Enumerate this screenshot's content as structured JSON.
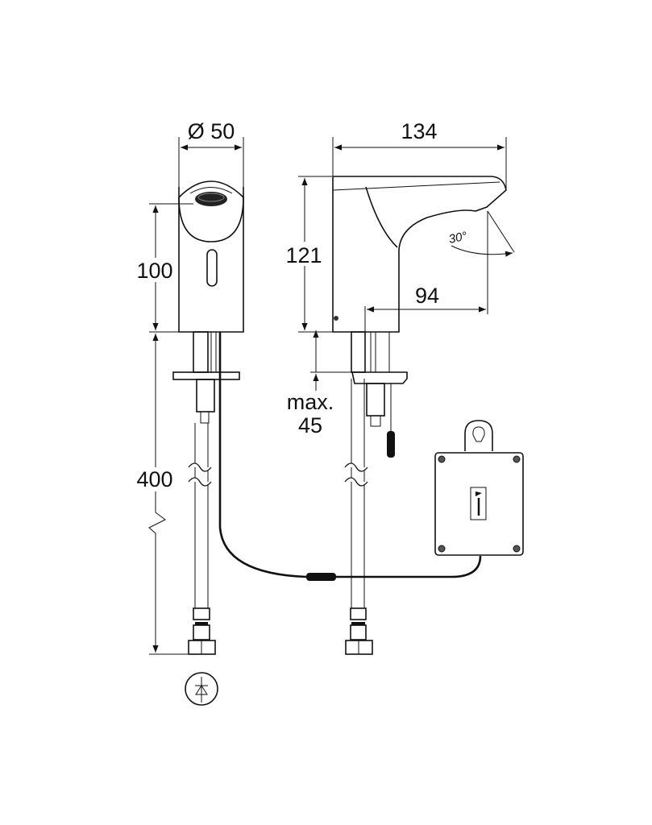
{
  "dimensions": {
    "diameter": "Ø 50",
    "width_total": "134",
    "height_front": "100",
    "height_side": "121",
    "spout_reach": "94",
    "angle": "30°",
    "max_label": "max.",
    "max_value": "45",
    "hose_length": "400"
  },
  "colors": {
    "line": "#111111",
    "background": "#ffffff"
  }
}
